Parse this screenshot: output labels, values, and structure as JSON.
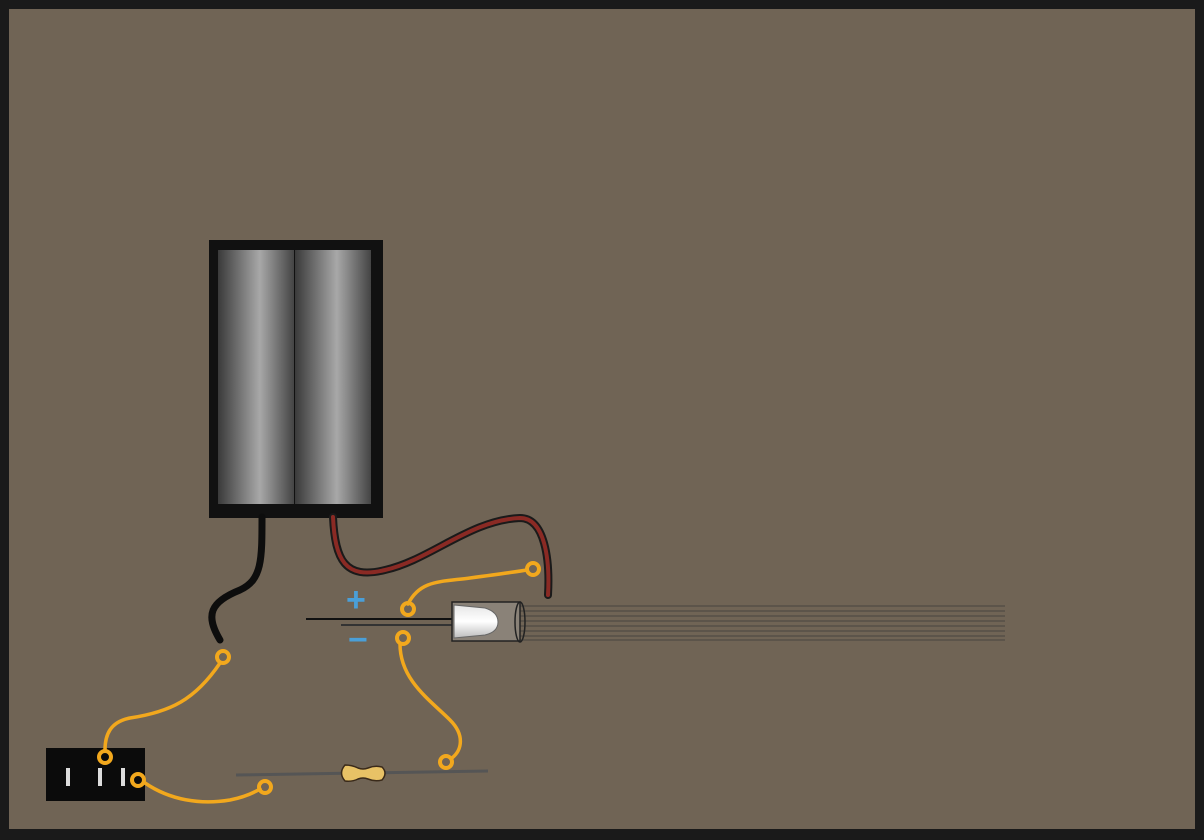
{
  "scene": {
    "title": "",
    "polarity": {
      "plus": "+",
      "minus": "−"
    },
    "components": [
      "battery-pack",
      "switch",
      "resistor",
      "led",
      "wires"
    ]
  },
  "colors": {
    "background": "#706455",
    "border": "#1a1a1a",
    "wire_connector": "#f2a81d",
    "red_wire": "#8a2a24",
    "polarity": "#4a9fd8",
    "resistor_body": "#e8c266"
  }
}
